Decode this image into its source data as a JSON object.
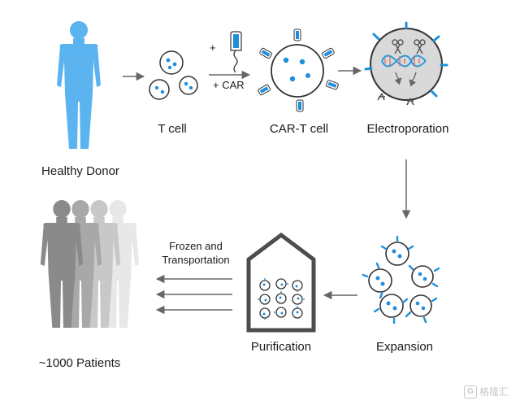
{
  "colors": {
    "blue": "#4aa8ec",
    "accent_blue": "#1f8fdc",
    "cell_outline": "#333333",
    "arrow": "#666666",
    "dna_red": "#e05a5a"
  },
  "steps": {
    "donor": "Healthy Donor",
    "tcell": "T cell",
    "cart": "CAR-T cell",
    "electro": "Electroporation",
    "expansion": "Expansion",
    "purification": "Purification",
    "patients": "~1000 Patients"
  },
  "annotations": {
    "plus": "+",
    "plus_car": "+ CAR",
    "transport_line1": "Frozen and",
    "transport_line2": "Transportation"
  },
  "watermark": {
    "badge": "G",
    "text": "格隆汇"
  }
}
